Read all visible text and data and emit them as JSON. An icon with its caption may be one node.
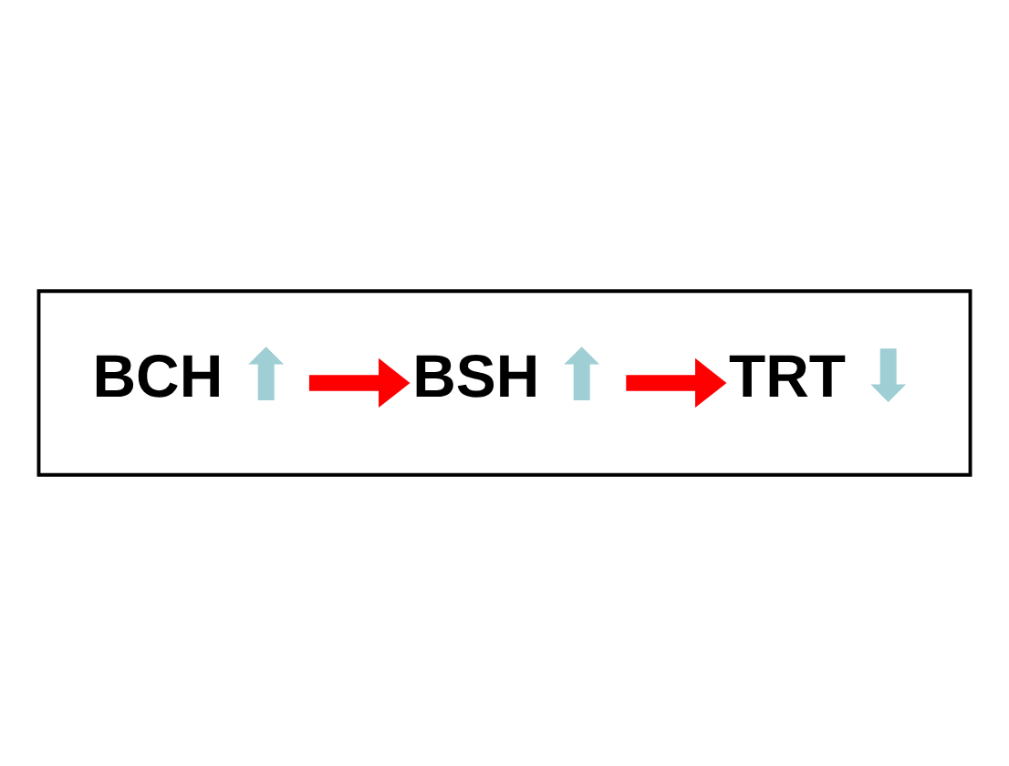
{
  "diagram": {
    "nodes": [
      {
        "text": [],
        "shape": "box"
      },
      {
        "text": [
          "BCH"
        ],
        "in": 0,
        "beside": [
          "⬆"
        ]
      },
      {
        "text": [
          "BSH"
        ],
        "in": 0,
        "beside": [
          "⬆"
        ]
      },
      {
        "text": [
          "TRT"
        ],
        "in": 0,
        "beside": [
          "⬇"
        ]
      }
    ],
    "edges": [
      {
        "from": 1,
        "to": 2,
        "arrow": "to"
      },
      {
        "from": 2,
        "to": 3,
        "arrow": "to"
      }
    ]
  }
}
